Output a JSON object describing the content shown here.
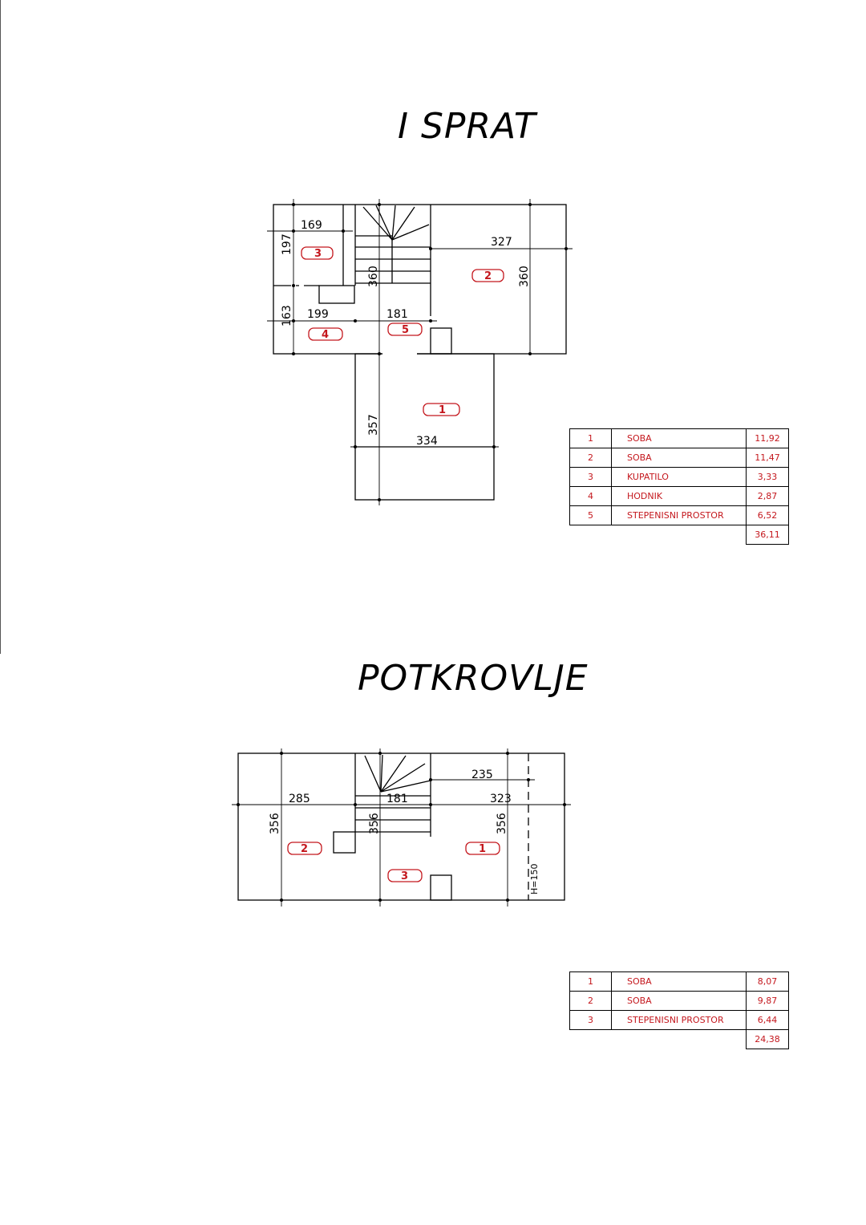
{
  "first_floor": {
    "title": "I SPRAT",
    "rooms": [
      {
        "number": "1",
        "name": "SOBA",
        "area": "11,92"
      },
      {
        "number": "2",
        "name": "SOBA",
        "area": "11,47"
      },
      {
        "number": "3",
        "name": "KUPATILO",
        "area": "3,33"
      },
      {
        "number": "4",
        "name": "HODNIK",
        "area": "2,87"
      },
      {
        "number": "5",
        "name": "STEPENISNI PROSTOR",
        "area": "6,52"
      }
    ],
    "total_area": "36,11",
    "dimensions": [
      "169",
      "197",
      "327",
      "360",
      "360",
      "163",
      "199",
      "181",
      "357",
      "334"
    ],
    "room_tags": [
      "3",
      "2",
      "4",
      "5",
      "1"
    ]
  },
  "attic": {
    "title": "POTKROVLJE",
    "rooms": [
      {
        "number": "1",
        "name": "SOBA",
        "area": "8,07"
      },
      {
        "number": "2",
        "name": "SOBA",
        "area": "9,87"
      },
      {
        "number": "3",
        "name": "STEPENISNI PROSTOR",
        "area": "6,44"
      }
    ],
    "total_area": "24,38",
    "dimensions": [
      "235",
      "285",
      "181",
      "323",
      "356",
      "356",
      "356"
    ],
    "height_note": "H=150",
    "room_tags": [
      "2",
      "1",
      "3"
    ]
  },
  "colors": {
    "tag_color": "#c4171d",
    "line_color": "#000000"
  }
}
